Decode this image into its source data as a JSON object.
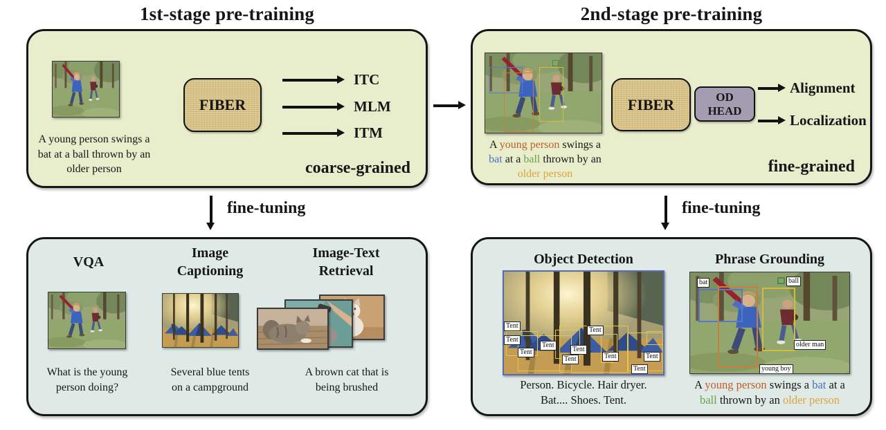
{
  "colors": {
    "stage_box_bg": "#e8edcc",
    "finetune_box_bg": "#dfeae6",
    "fiber_bg": "#dfcb92",
    "od_head_bg": "#a49db2",
    "young_person_text": "#c05c2a",
    "bat_text": "#4a6fbd",
    "ball_text": "#6aa04e",
    "older_person_text": "#dca43e",
    "bbox_blue": "#5a78c8",
    "bbox_orange": "#cc7c3c",
    "bbox_yellow": "#d9b93c",
    "bbox_green": "#4c8c46"
  },
  "stage1": {
    "title": "1st-stage pre-training",
    "caption_line1": "A young person swings a",
    "caption_line2": "bat at a ball thrown by an",
    "caption_line3": "older person",
    "model": "FIBER",
    "task1": "ITC",
    "task2": "MLM",
    "task3": "ITM",
    "grain": "coarse-grained"
  },
  "stage2": {
    "title": "2nd-stage pre-training",
    "model": "FIBER",
    "od_head_line1": "OD",
    "od_head_line2": "HEAD",
    "task1": "Alignment",
    "task2": "Localization",
    "grain": "fine-grained",
    "caption": {
      "a": "A ",
      "young_person": "young person",
      "swings": " swings a",
      "bat": "bat",
      "at_a": " at a ",
      "ball": "ball",
      "thrown": " thrown by an",
      "older_person": "older person"
    }
  },
  "finetune_left": {
    "arrow_label": "fine-tuning",
    "vqa_title": "VQA",
    "vqa_caption_line1": "What is the young",
    "vqa_caption_line2": "person doing?",
    "captioning_title_line1": "Image",
    "captioning_title_line2": "Captioning",
    "captioning_caption_line1": "Several blue tents",
    "captioning_caption_line2": "on a campground",
    "retrieval_title_line1": "Image-Text",
    "retrieval_title_line2": "Retrieval",
    "retrieval_caption_line1": "A brown cat that is",
    "retrieval_caption_line2": "being brushed"
  },
  "finetune_right": {
    "arrow_label": "fine-tuning",
    "od_title": "Object Detection",
    "od_caption_line1": "Person. Bicycle. Hair dryer.",
    "od_caption_line2": "Bat.... Shoes. Tent.",
    "tent_chip": "Tent",
    "pg_title": "Phrase Grounding",
    "pg_chips": {
      "bat": "bat",
      "ball": "ball",
      "older_man": "older man",
      "young_boy": "young boy"
    },
    "pg_caption": {
      "a": "A ",
      "young_person": "young person",
      "swings": " swings a ",
      "bat": "bat",
      "at_a": " at a",
      "ball": "ball",
      "thrown": " thrown by an ",
      "older_person": "older person"
    }
  }
}
